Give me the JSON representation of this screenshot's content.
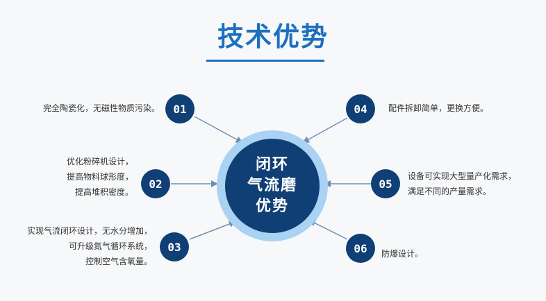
{
  "title": "技术优势",
  "center": {
    "lines": [
      "闭环",
      "气流磨",
      "优势"
    ]
  },
  "items": [
    {
      "number": "01",
      "lines": [
        "完全陶瓷化，无磁性物质污染。"
      ]
    },
    {
      "number": "02",
      "lines": [
        "优化粉碎机设计，",
        "提高物料球形度，",
        "提高堆积密度。"
      ]
    },
    {
      "number": "03",
      "lines": [
        "实现气流闭环设计，无水分增加，",
        "可升级氮气循环系统，",
        "控制空气含氧量。"
      ]
    },
    {
      "number": "04",
      "lines": [
        "配件拆卸简单，更换方便。"
      ]
    },
    {
      "number": "05",
      "lines": [
        "设备可实现大型量产化需求，",
        "满足不同的产量需求。"
      ]
    },
    {
      "number": "06",
      "lines": [
        "防爆设计。"
      ]
    }
  ],
  "colors": {
    "title": "#1d6fbf",
    "badge": "#0f3f74",
    "ring": "#a9d2f3",
    "arrow": "#6f8fb0"
  }
}
